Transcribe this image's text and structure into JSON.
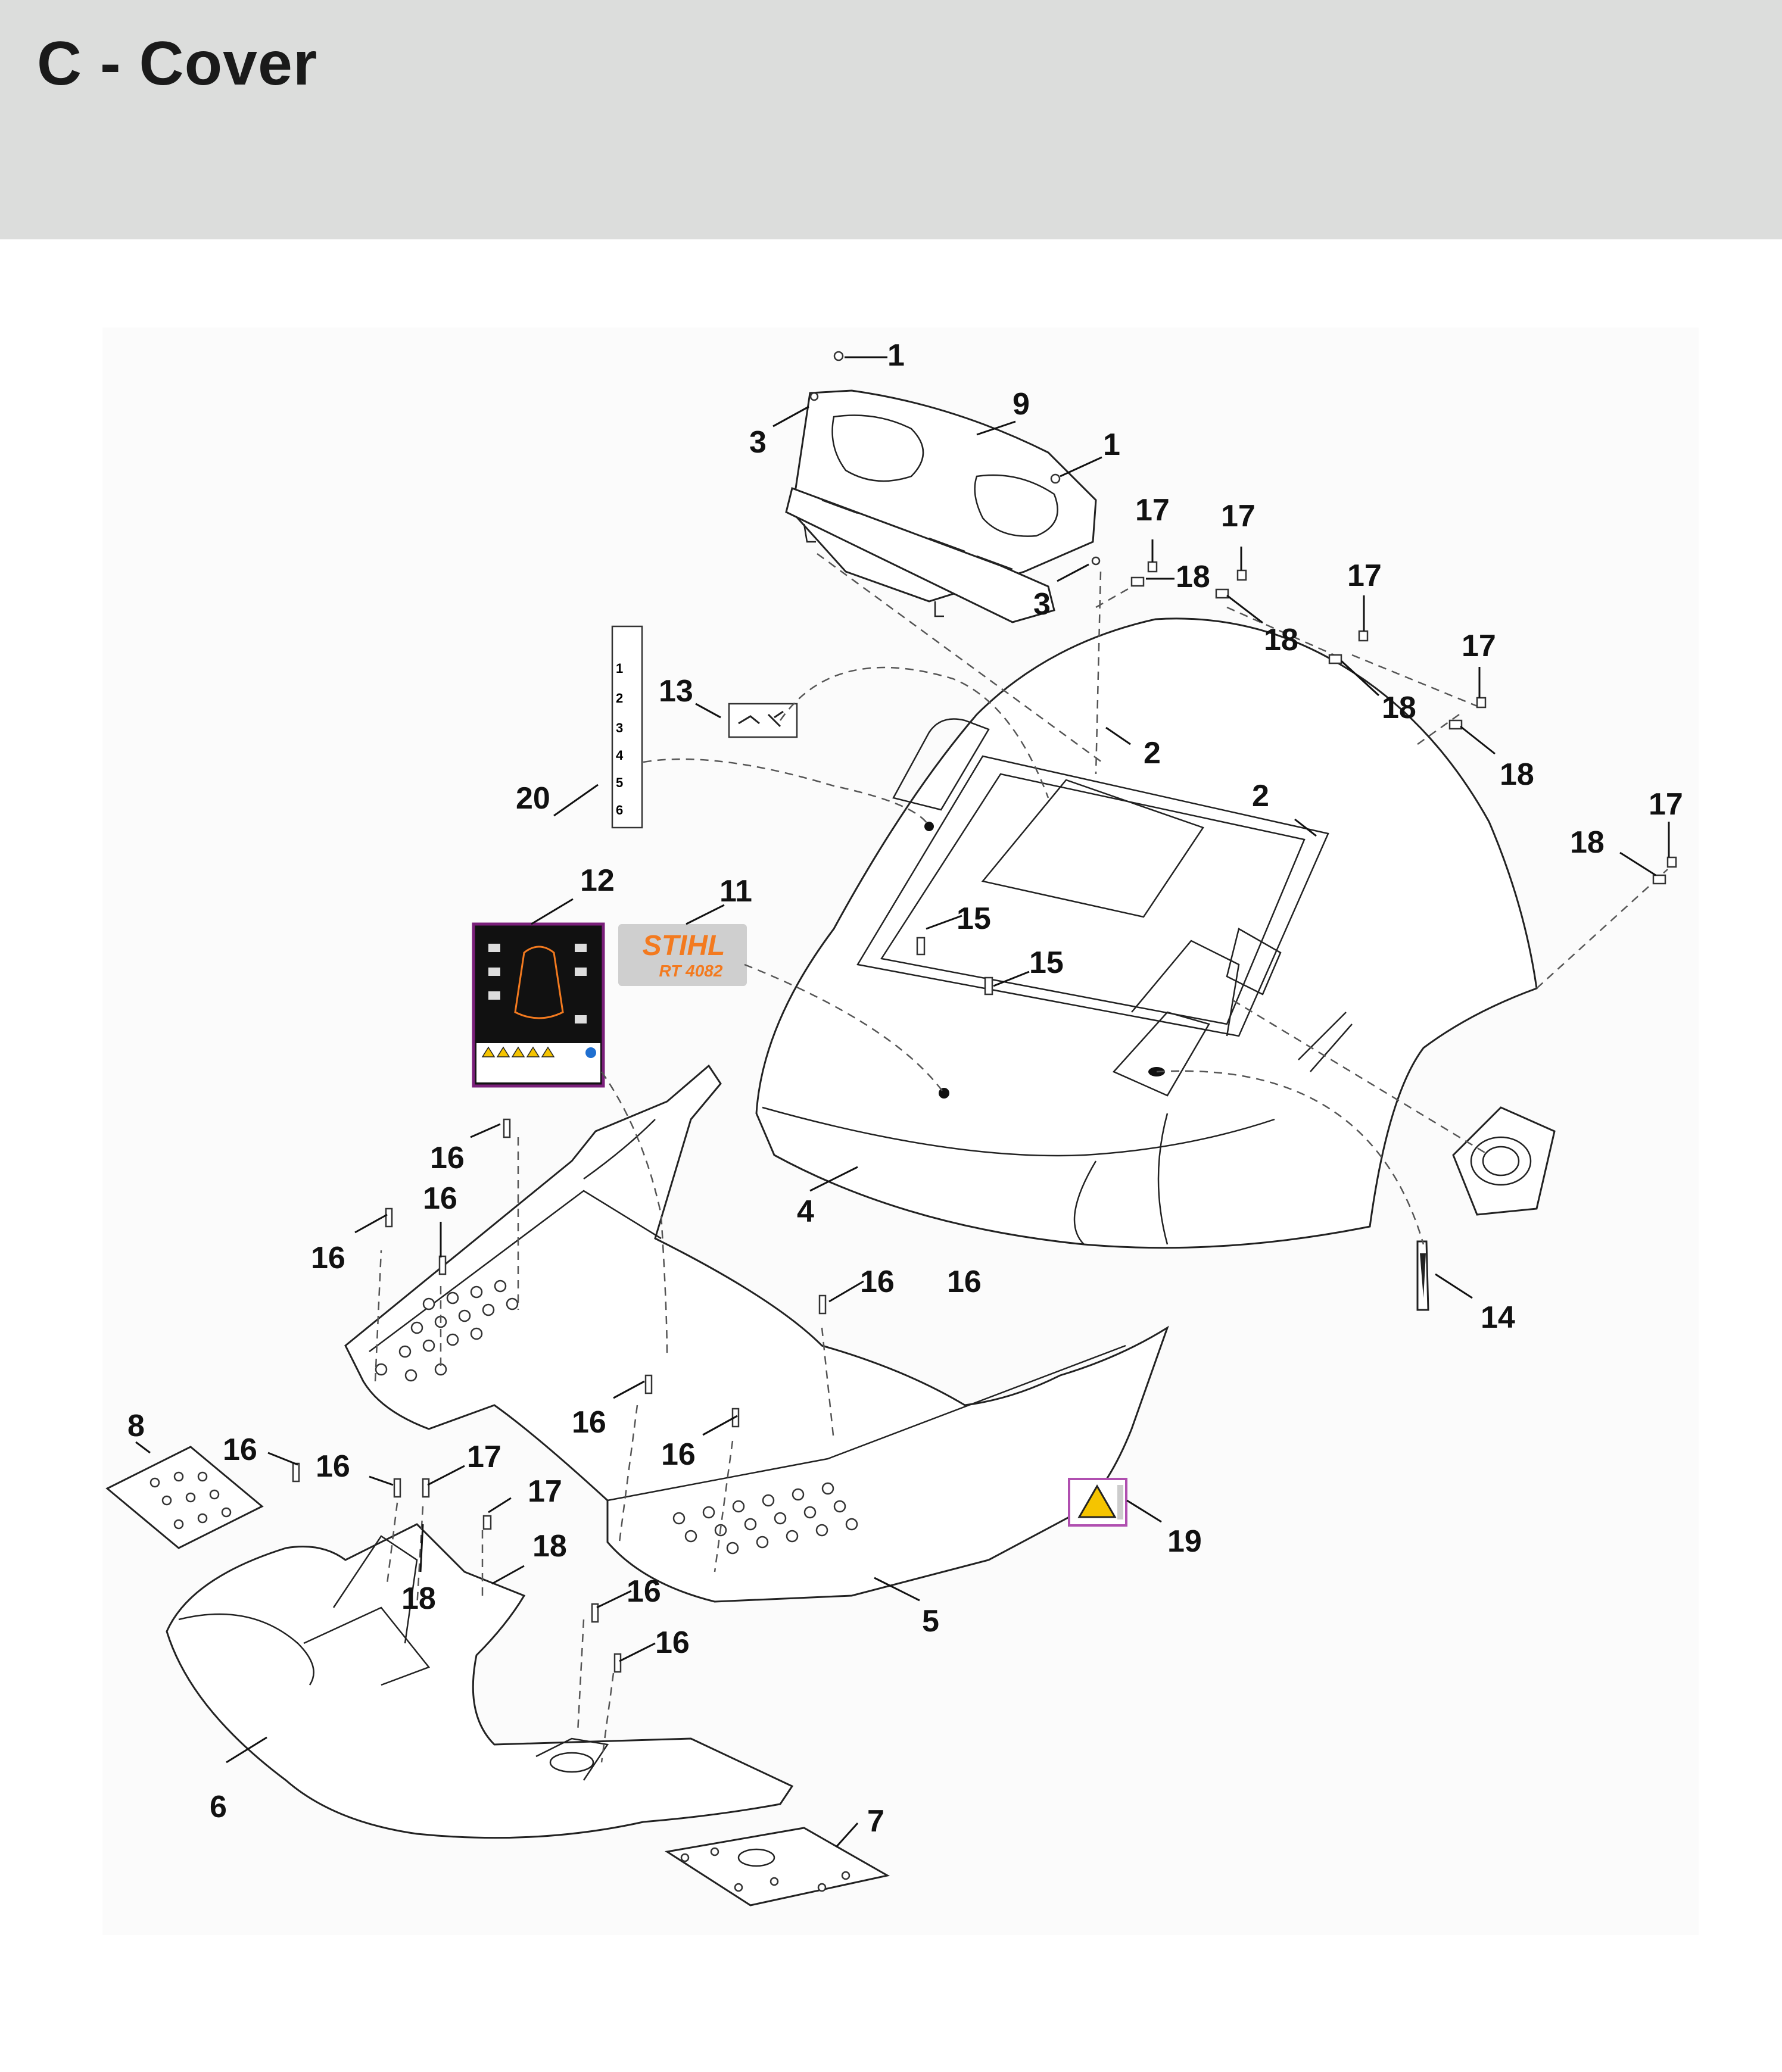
{
  "header": {
    "title": "C - Cover"
  },
  "decals": {
    "stihl_brand": "STIHL",
    "stihl_model": "RT 4082",
    "height_steps": [
      "1",
      "2",
      "3",
      "4",
      "5",
      "6"
    ]
  },
  "callouts": [
    {
      "id": "c1a",
      "label": "1"
    },
    {
      "id": "c1b",
      "label": "1"
    },
    {
      "id": "c2a",
      "label": "2"
    },
    {
      "id": "c2b",
      "label": "2"
    },
    {
      "id": "c3a",
      "label": "3"
    },
    {
      "id": "c3b",
      "label": "3"
    },
    {
      "id": "c4",
      "label": "4"
    },
    {
      "id": "c5",
      "label": "5"
    },
    {
      "id": "c6",
      "label": "6"
    },
    {
      "id": "c7",
      "label": "7"
    },
    {
      "id": "c8",
      "label": "8"
    },
    {
      "id": "c9",
      "label": "9"
    },
    {
      "id": "c11",
      "label": "11"
    },
    {
      "id": "c12",
      "label": "12"
    },
    {
      "id": "c13",
      "label": "13"
    },
    {
      "id": "c14",
      "label": "14"
    },
    {
      "id": "c15a",
      "label": "15"
    },
    {
      "id": "c15b",
      "label": "15"
    },
    {
      "id": "c16a",
      "label": "16"
    },
    {
      "id": "c16b",
      "label": "16"
    },
    {
      "id": "c16c",
      "label": "16"
    },
    {
      "id": "c16d",
      "label": "16"
    },
    {
      "id": "c16e",
      "label": "16"
    },
    {
      "id": "c16f",
      "label": "16"
    },
    {
      "id": "c16g",
      "label": "16"
    },
    {
      "id": "c16h",
      "label": "16"
    },
    {
      "id": "c16i",
      "label": "16"
    },
    {
      "id": "c16j",
      "label": "16"
    },
    {
      "id": "c16k",
      "label": "16"
    },
    {
      "id": "c17a",
      "label": "17"
    },
    {
      "id": "c17b",
      "label": "17"
    },
    {
      "id": "c17c",
      "label": "17"
    },
    {
      "id": "c17d",
      "label": "17"
    },
    {
      "id": "c17e",
      "label": "17"
    },
    {
      "id": "c17f",
      "label": "17"
    },
    {
      "id": "c17g",
      "label": "17"
    },
    {
      "id": "c18a",
      "label": "18"
    },
    {
      "id": "c18b",
      "label": "18"
    },
    {
      "id": "c18c",
      "label": "18"
    },
    {
      "id": "c18d",
      "label": "18"
    },
    {
      "id": "c18e",
      "label": "18"
    },
    {
      "id": "c18f",
      "label": "18"
    },
    {
      "id": "c18g",
      "label": "18"
    },
    {
      "id": "c19",
      "label": "19"
    },
    {
      "id": "c20",
      "label": "20"
    }
  ],
  "colors": {
    "header_bg": "#dcdddc",
    "decal_purple": "#7a1f7a",
    "stihl_orange": "#f37a1f",
    "warning_yellow": "#f5c400"
  }
}
